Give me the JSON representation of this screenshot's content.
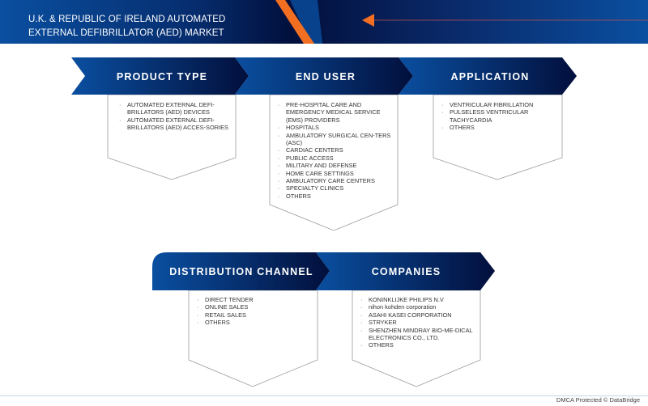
{
  "header": {
    "title": "U.K. & REPUBLIC OF IRELAND AUTOMATED EXTERNAL DEFIBRILLATOR (AED) MARKET"
  },
  "colors": {
    "navy": "#020f3c",
    "blue": "#0a4fa0",
    "orange": "#f26f21"
  },
  "segments": [
    {
      "title": "PRODUCT TYPE",
      "items": [
        "AUTOMATED EXTERNAL DEFI-BRILLATORS (AED) DEVICES",
        "AUTOMATED EXTERNAL DEFI-BRILLATORS (AED) ACCES-SORIES"
      ]
    },
    {
      "title": "END USER",
      "items": [
        "PRE-HOSPITAL CARE AND EMERGENCY MEDICAL SERVICE (EMS) PROVIDERS",
        "HOSPITALS",
        "AMBULATORY SURGICAL CEN-TERS (ASC)",
        "CARDIAC CENTERS",
        "PUBLIC ACCESS",
        "MILITARY AND DEFENSE",
        "HOME CARE SETTINGS",
        "AMBULATORY CARE CENTERS",
        "SPECIALTY CLINICS",
        "OTHERS"
      ]
    },
    {
      "title": "APPLICATION",
      "items": [
        "VENTRICULAR FIBRILLATION",
        "PULSELESS VENTRICULAR TACHYCARDIA",
        "OTHERS"
      ]
    },
    {
      "title": "DISTRIBUTION CHANNEL",
      "items": [
        "DIRECT TENDER",
        "ONLINE SALES",
        "RETAIL SALES",
        "OTHERS"
      ]
    },
    {
      "title": "COMPANIES",
      "items": [
        "KONINKLIJKE PHILIPS N.V",
        "nihon kohden corporation",
        "ASAHI KASEI CORPORATION",
        "STRYKER",
        "SHENZHEN MINDRAY BIO-ME-DICAL ELECTRONICS CO., LTD.",
        "OTHERS"
      ]
    }
  ],
  "footer": {
    "text": "DMCA Protected © DataBridge"
  }
}
